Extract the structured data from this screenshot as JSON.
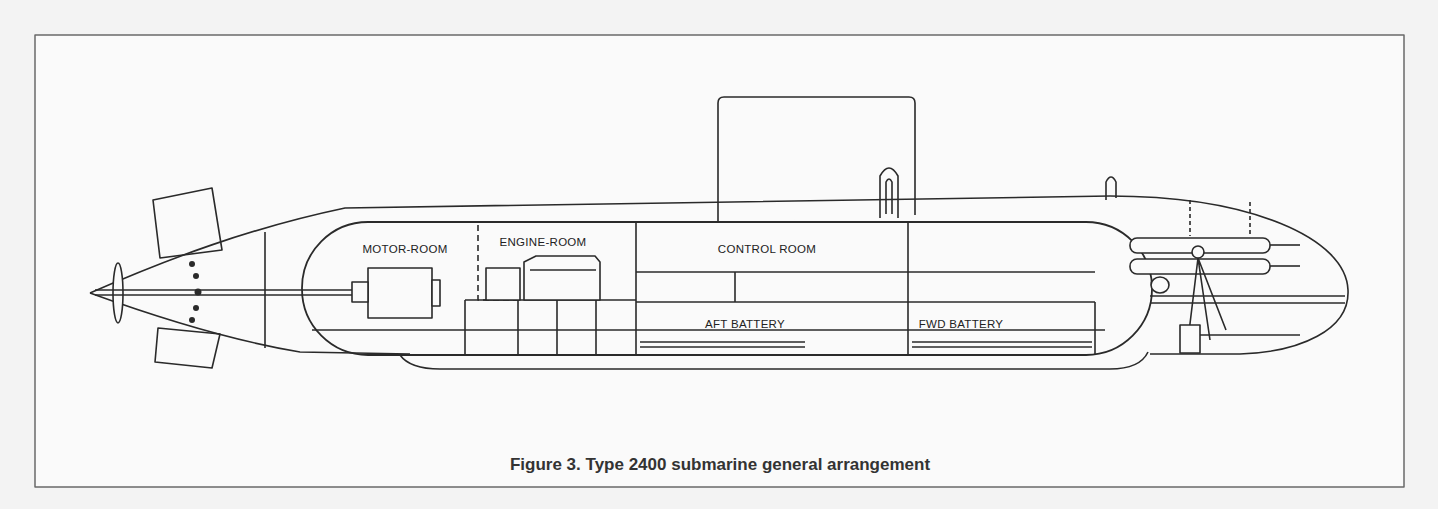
{
  "diagram": {
    "caption": "Figure 3. Type 2400 submarine general arrangement",
    "labels": [
      "MOTOR-ROOM",
      "ENGINE-ROOM",
      "CONTROL ROOM",
      "AFT BATTERY",
      "FWD BATTERY"
    ]
  }
}
